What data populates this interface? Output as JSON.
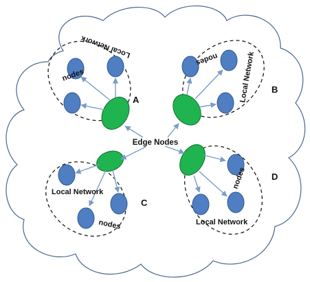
{
  "diagram": {
    "center_label": "Edge Nodes",
    "regions": [
      {
        "id": "A",
        "letter": "A",
        "label_network": "Local Network",
        "label_nodes": "nodes"
      },
      {
        "id": "B",
        "letter": "B",
        "label_network": "Local Network",
        "label_nodes": "nodes"
      },
      {
        "id": "C",
        "letter": "C",
        "label_network": "Local Network",
        "label_nodes": "nodes"
      },
      {
        "id": "D",
        "letter": "D",
        "label_network": "Local Network",
        "label_nodes": "nodes"
      }
    ],
    "colors": {
      "edge_node": "#1fb450",
      "local_node": "#4f7fc2",
      "link": "#7a9cc6",
      "cloud_outline": "#4a6590"
    }
  }
}
